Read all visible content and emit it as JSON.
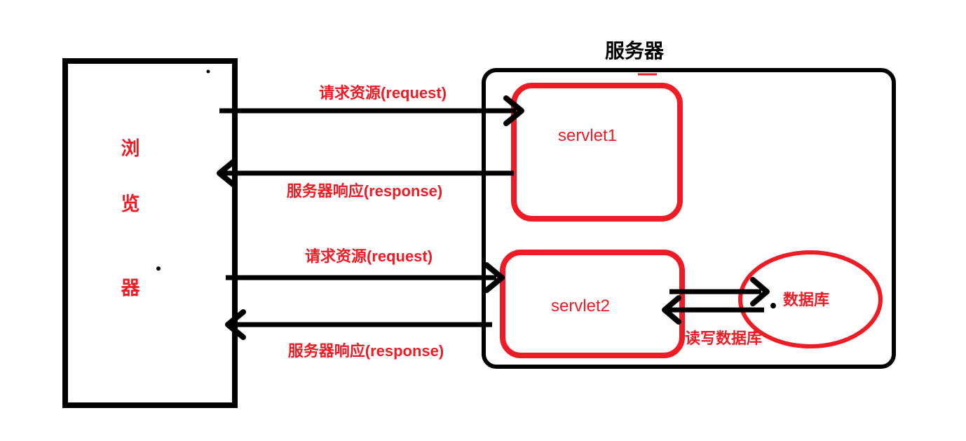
{
  "colors": {
    "accent_red": "#ee1c25",
    "ink_black": "#000000",
    "background": "#ffffff"
  },
  "browser": {
    "label": "浏览器",
    "chars": [
      "浏",
      "览",
      "器"
    ]
  },
  "server": {
    "title": "服务器"
  },
  "nodes": {
    "servlet1_label": "servlet1",
    "servlet2_label": "servlet2",
    "database_label": "数据库"
  },
  "flow_labels": {
    "request1": "请求资源(request)",
    "response1": "服务器响应(response)",
    "request2": "请求资源(request)",
    "response2": "服务器响应(response)",
    "db_readwrite": "读写数据库"
  }
}
